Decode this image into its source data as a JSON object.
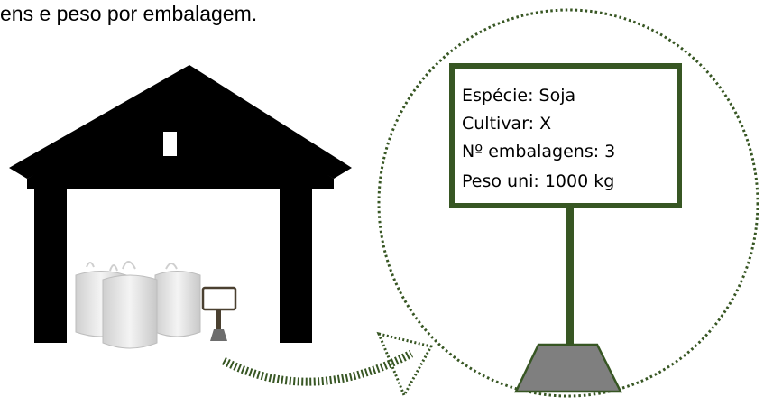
{
  "caption": "ens e peso por embalagem.",
  "sign": {
    "lines": [
      "Espécie: Soja",
      "Cultivar: X",
      "Nº embalagens: 3",
      "Peso uni: 1000 kg"
    ]
  },
  "colors": {
    "warehouse": "#000000",
    "sign_border": "#375623",
    "dotted": "#375623",
    "sign_base": "#7f7f7f",
    "bags": "#e6e6e6"
  }
}
